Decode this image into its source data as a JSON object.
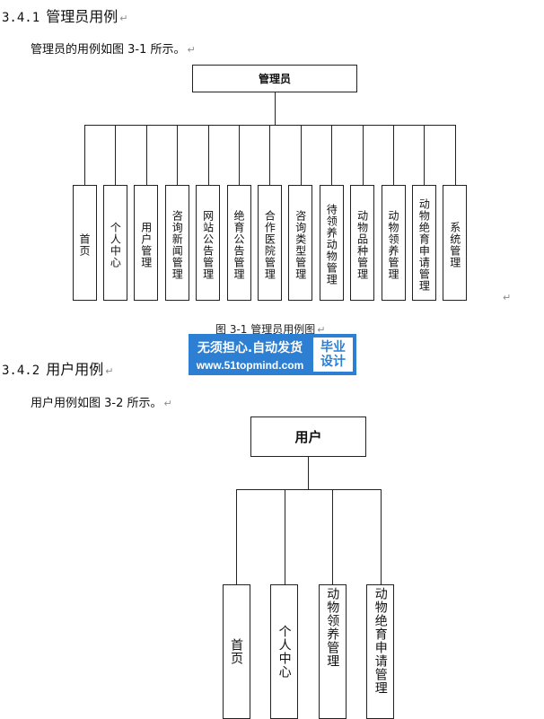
{
  "section1": {
    "number": "3.4.1",
    "title": "管理员用例",
    "intro": "管理员的用例如图 3-1 所示。",
    "root": "管理员",
    "items": [
      "首页",
      "个人中心",
      "用户管理",
      "咨询新闻管理",
      "网站公告管理",
      "绝育公告管理",
      "合作医院管理",
      "咨询类型管理",
      "待领养动物管理",
      "动物品种管理",
      "动物领养管理",
      "动物绝育申请管理",
      "系统管理"
    ],
    "caption": "图 3-1 管理员用例图"
  },
  "section2": {
    "number": "3.4.2",
    "title": "用户用例",
    "intro": "用户用例如图 3-2 所示。",
    "root": "用户",
    "items": [
      "首页",
      "个人中心",
      "动物领养管理",
      "动物绝育申请管理"
    ]
  },
  "paragraph_mark": "↵",
  "watermark": {
    "line1": "无须担心.自动发货",
    "line2": "www.51topmind.com",
    "badge_top": "毕业",
    "badge_bottom": "设计",
    "color": "#2d7fd3"
  }
}
